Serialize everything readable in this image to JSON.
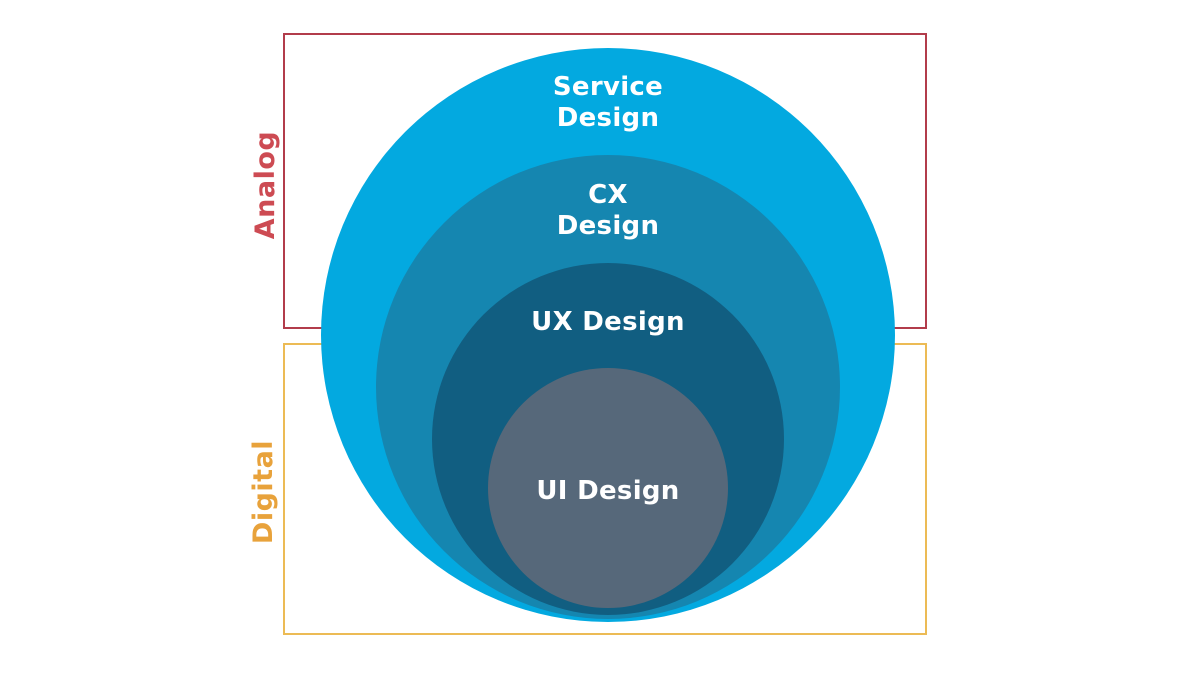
{
  "diagram": {
    "type": "nested-circles",
    "background": "#FFFFFF",
    "regions": [
      {
        "id": "analog",
        "label": "Analog",
        "border_color": "#B23C4B",
        "label_color": "#CD4B53",
        "position": "top"
      },
      {
        "id": "digital",
        "label": "Digital",
        "border_color": "#ECBB55",
        "label_color": "#E8A23B",
        "position": "bottom"
      }
    ],
    "circles": [
      {
        "id": "service-design",
        "label": "Service\nDesign",
        "color": "#03A9E0",
        "text_color": "#FFFFFF",
        "nesting_level": 1
      },
      {
        "id": "cx-design",
        "label": "CX\nDesign",
        "color": "#1586B0",
        "text_color": "#FFFFFF",
        "nesting_level": 2
      },
      {
        "id": "ux-design",
        "label": "UX Design",
        "color": "#115E81",
        "text_color": "#FFFFFF",
        "nesting_level": 3
      },
      {
        "id": "ui-design",
        "label": "UI Design",
        "color": "#56687A",
        "text_color": "#FFFFFF",
        "nesting_level": 4
      }
    ]
  }
}
